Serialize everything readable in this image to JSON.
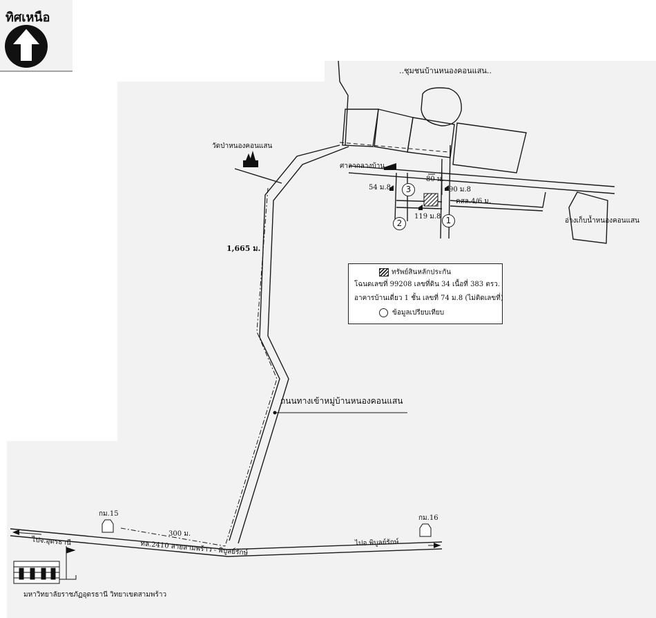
{
  "north": {
    "title": "ทิศเหนือ",
    "icon": "north-arrow-icon"
  },
  "labels": {
    "community": "..ชุมชนบ้านหนองคอนแสน..",
    "temple": "วัดป่าหนองคอนแสน",
    "village_hall": "ศาลากลางบ้าน",
    "reservoir": "อ่างเก็บน้ำหนองคอนแสน",
    "road_km": "1,665 ม.",
    "road_name": "ถนนทางเข้าหมู่บ้านหนองคอนแสน",
    "dist_80": "80 ม.",
    "house_54": "54 ม.8",
    "house_90": "90 ม.8",
    "house_119": "119 ม.8",
    "road_small": "คสล.4/6 ม.",
    "km15": "กม.15",
    "km16": "กม.16",
    "dist_300": "300 ม.",
    "to_udon": "ไปจ.อุดรธานี",
    "to_phibun": "ไปอ.พิบูลย์รักษ์",
    "highway": "ทล.2410 สายสามพร้าว - พิบูลย์รักษ์",
    "university": "มหาวิทยาลัยราชภัฏอุดรธานี วิทยาเขตสามพร้าว"
  },
  "markers": {
    "m1": "1",
    "m2": "2",
    "m3": "3"
  },
  "legend": {
    "collateral": "ทรัพย์สินหลักประกัน",
    "deed": "โฉนดเลขที่ 99208 เลขที่ดิน 34 เนื้อที่ 383 ตรว.",
    "building": "อาคารบ้านเดี่ยว 1 ชั้น เลขที่ 74 ม.8 (ไม่ติดเลขที่)",
    "comparison": "ข้อมูลเปรียบเทียบ"
  },
  "colors": {
    "line": "#1a1a1a",
    "paper": "#f2f2f2"
  }
}
